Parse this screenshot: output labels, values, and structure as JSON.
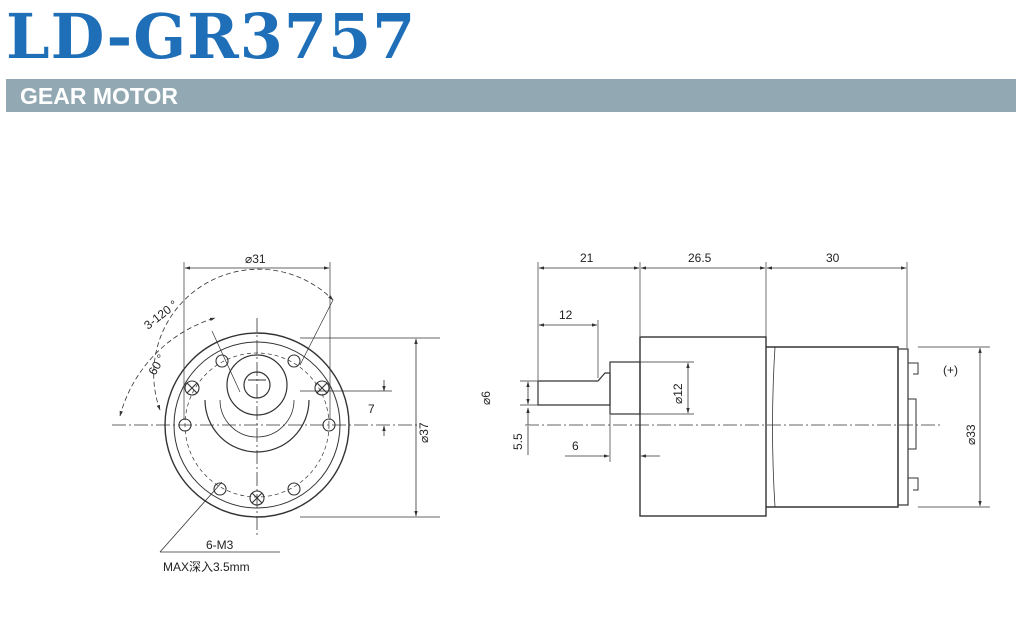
{
  "header": {
    "model": "LD-GR3757",
    "category": "GEAR MOTOR"
  },
  "front_view": {
    "dim_outer_dia": "⌀31",
    "dim_body_dia": "⌀37",
    "dim_offset": "7",
    "angle_holes": "3-120 °",
    "angle_60": "60 °",
    "note_thread": "6-M3",
    "note_depth": "MAX深入3.5mm"
  },
  "side_view": {
    "dim_shaft": "21",
    "dim_gearbox": "26.5",
    "dim_motor": "30",
    "dim_shaft_len": "12",
    "dim_shaft_dia": "⌀6",
    "dim_flat": "5.5",
    "dim_flat_len": "6",
    "dim_boss_dia": "⌀12",
    "dim_motor_dia": "⌀33",
    "polarity": "(+)"
  },
  "colors": {
    "title": "#1f6fb8",
    "bar": "#92a8b2",
    "line": "#333333"
  }
}
